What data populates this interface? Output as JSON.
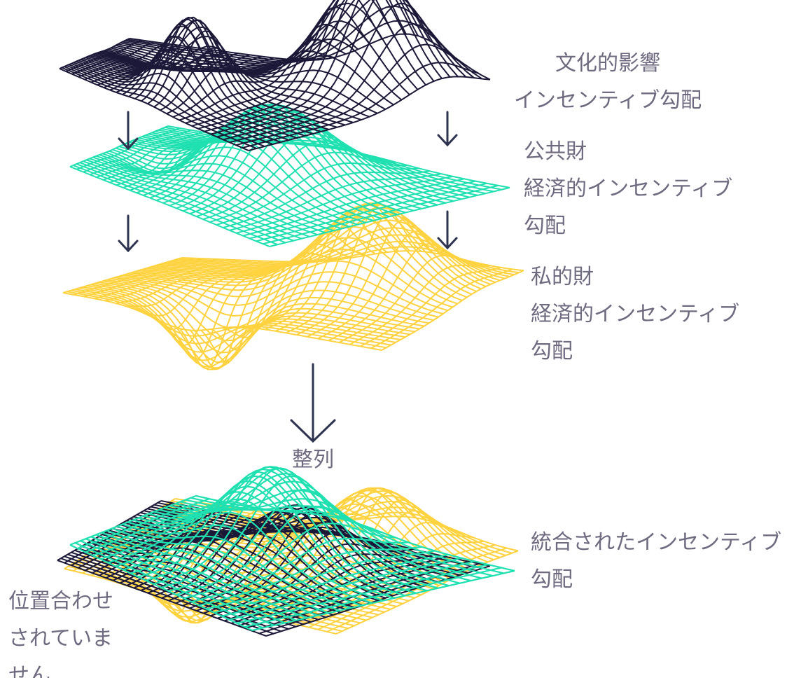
{
  "colors": {
    "cultural": "#1b1838",
    "public": "#1fe0b0",
    "private": "#ffd23f",
    "arrow": "#2e3450",
    "text": "#6f6a80"
  },
  "layers": {
    "cultural": {
      "line1": "文化的影響",
      "line2": "インセンティブ勾配"
    },
    "public_goods": {
      "line1": "公共財",
      "line2": "経済的インセンティブ",
      "line3": "勾配"
    },
    "private_goods": {
      "line1": "私的財",
      "line2": "経済的インセンティブ",
      "line3": "勾配"
    }
  },
  "alignment": {
    "label": "整列"
  },
  "integrated": {
    "line1": "統合されたインセンティブ",
    "line2": "勾配"
  },
  "misaligned": {
    "line1": "位置合わせ",
    "line2": "されていま",
    "line3": "せん"
  }
}
